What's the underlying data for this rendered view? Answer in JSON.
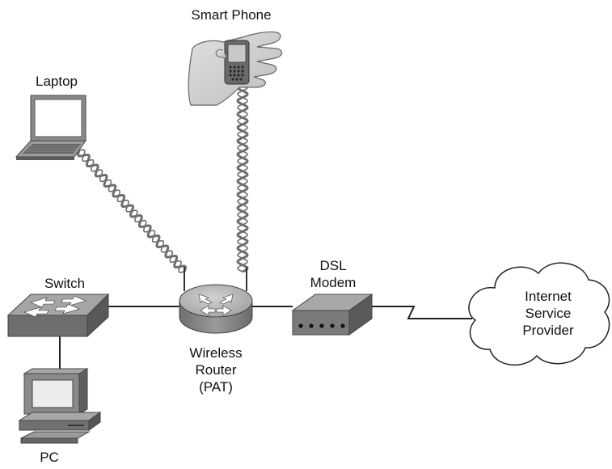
{
  "labels": {
    "smart_phone": "Smart Phone",
    "laptop": "Laptop",
    "switch": "Switch",
    "pc": "PC",
    "wireless_router": [
      "Wireless",
      "Router",
      "(PAT)"
    ],
    "dsl_modem": [
      "DSL",
      "Modem"
    ],
    "isp": [
      "Internet",
      "Service",
      "Provider"
    ]
  },
  "colors": {
    "device_gray": "#8a8a8a",
    "device_dark": "#555555",
    "device_light": "#b8b8b8",
    "link": "#222222",
    "wireless_link": "#6e6e6e"
  },
  "icons": [
    "smart-phone-icon",
    "laptop-icon",
    "switch-icon",
    "pc-icon",
    "wireless-router-icon",
    "dsl-modem-icon",
    "cloud-icon"
  ]
}
